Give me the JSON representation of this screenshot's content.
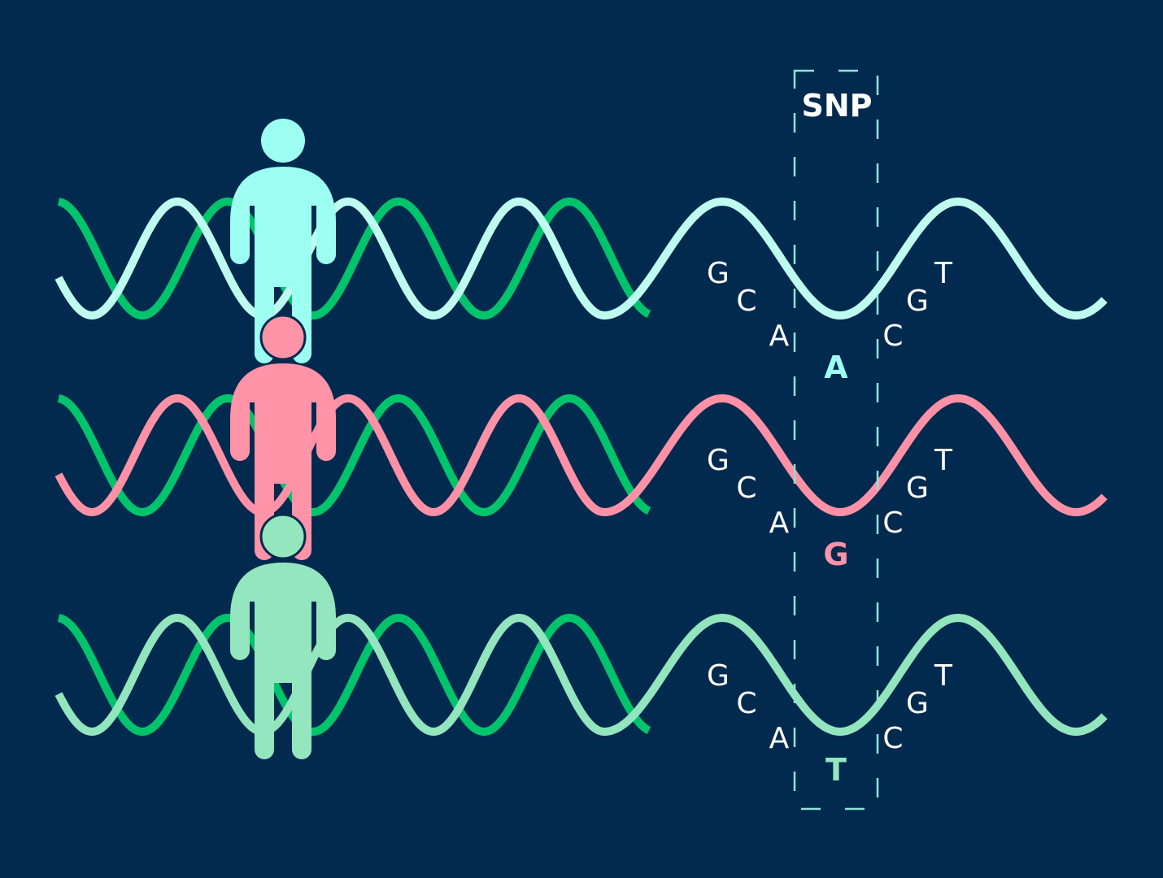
{
  "title": "SNP",
  "colors": {
    "background": "#022a4f",
    "partner_strand": "#00c46c",
    "box": "#8fe3d6"
  },
  "rows": [
    {
      "person_color": "#9cfff2",
      "strand_color": "#bffcf0",
      "left_bases": [
        "G",
        "C",
        "A"
      ],
      "snp_base": "A",
      "right_bases": [
        "C",
        "G",
        "T"
      ]
    },
    {
      "person_color": "#ff93a8",
      "strand_color": "#ff91a6",
      "left_bases": [
        "G",
        "C",
        "A"
      ],
      "snp_base": "G",
      "right_bases": [
        "C",
        "G",
        "T"
      ]
    },
    {
      "person_color": "#93e6be",
      "strand_color": "#93e5be",
      "left_bases": [
        "G",
        "C",
        "A"
      ],
      "snp_base": "T",
      "right_bases": [
        "C",
        "G",
        "T"
      ]
    }
  ]
}
